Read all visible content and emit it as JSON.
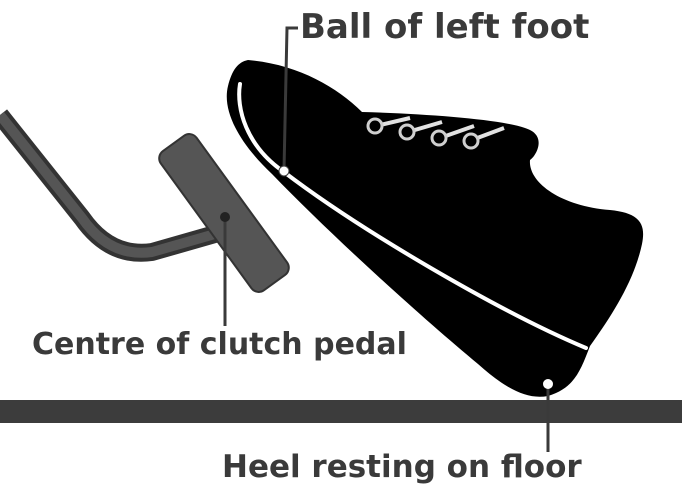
{
  "labels": {
    "ball_of_foot": "Ball of left foot",
    "pedal_centre": "Centre of clutch pedal",
    "heel": "Heel resting on floor"
  },
  "colors": {
    "text": "#3a3a3a",
    "shoe": "#000000",
    "pedal_arm": "#444444",
    "pedal_pad": "#555555",
    "floor": "#3c3c3c",
    "sole_stripe": "#ffffff",
    "leader_line": "#3a3a3a"
  },
  "icons": [
    "shoe-icon",
    "clutch-pedal-icon"
  ]
}
